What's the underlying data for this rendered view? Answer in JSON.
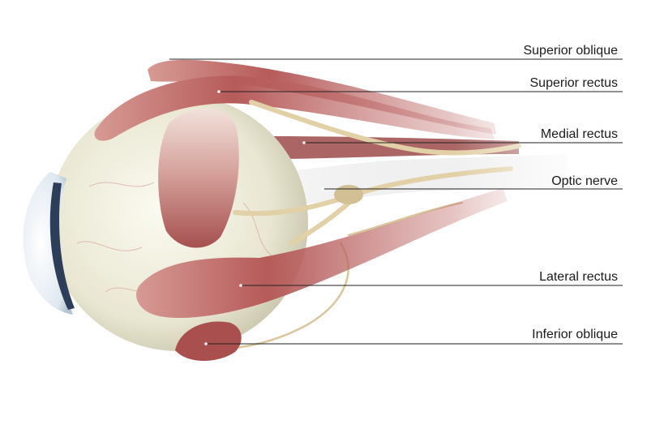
{
  "labels": [
    {
      "id": "superior-oblique",
      "text": "Superior oblique"
    },
    {
      "id": "superior-rectus",
      "text": "Superior rectus"
    },
    {
      "id": "medial-rectus",
      "text": "Medial rectus"
    },
    {
      "id": "optic-nerve",
      "text": "Optic nerve"
    },
    {
      "id": "lateral-rectus",
      "text": "Lateral rectus"
    },
    {
      "id": "inferior-oblique",
      "text": "Inferior oblique"
    }
  ],
  "colors": {
    "muscle": "#b85a5a",
    "muscle_light": "#e3b0a8",
    "sclera": "#efeedd",
    "nerve": "#e3d2a8",
    "cornea": "#dde6ee",
    "leader": "#222222"
  }
}
